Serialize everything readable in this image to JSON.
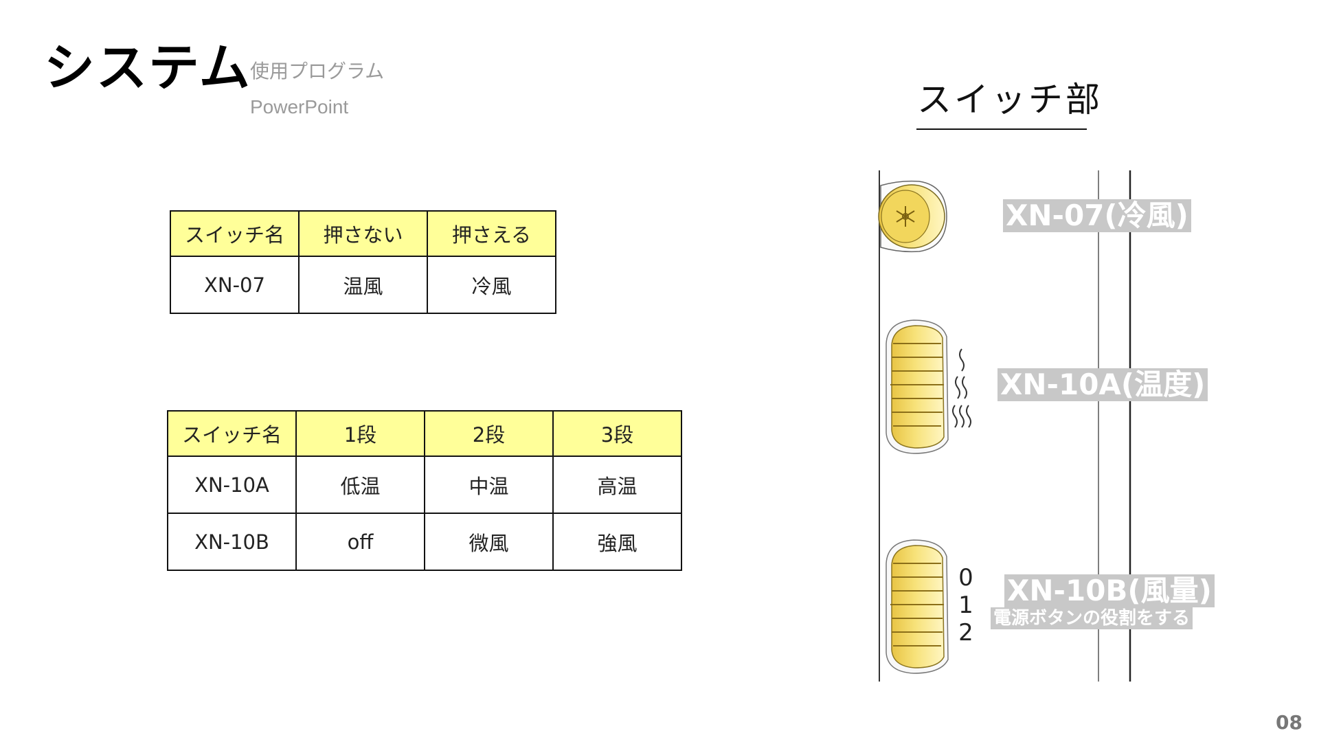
{
  "header": {
    "title": "システム",
    "subtitle_label": "使用プログラム",
    "subtitle_value": "PowerPoint"
  },
  "table1": {
    "headers": [
      "スイッチ名",
      "押さない",
      "押さえる"
    ],
    "rows": [
      [
        "XN-07",
        "温風",
        "冷風"
      ]
    ]
  },
  "table2": {
    "headers": [
      "スイッチ名",
      "1段",
      "2段",
      "3段"
    ],
    "rows": [
      [
        "XN-10A",
        "低温",
        "中温",
        "高温"
      ],
      [
        "XN-10B",
        "off",
        "微風",
        "強風"
      ]
    ]
  },
  "switch_section": {
    "title": "スイッチ部",
    "labels": {
      "xn07": "XN-07(冷風)",
      "xn10a": "XN-10A(温度)",
      "xn10b": "XN-10B(風量)",
      "xn10b_note": "電源ボタンの役割をする"
    },
    "dial_marks": [
      "0",
      "1",
      "2"
    ]
  },
  "colors": {
    "header_fill": "#ffff99",
    "knob_fill": "#f2d860",
    "tag_bg": "#c8c8c8"
  },
  "page_number": "08"
}
